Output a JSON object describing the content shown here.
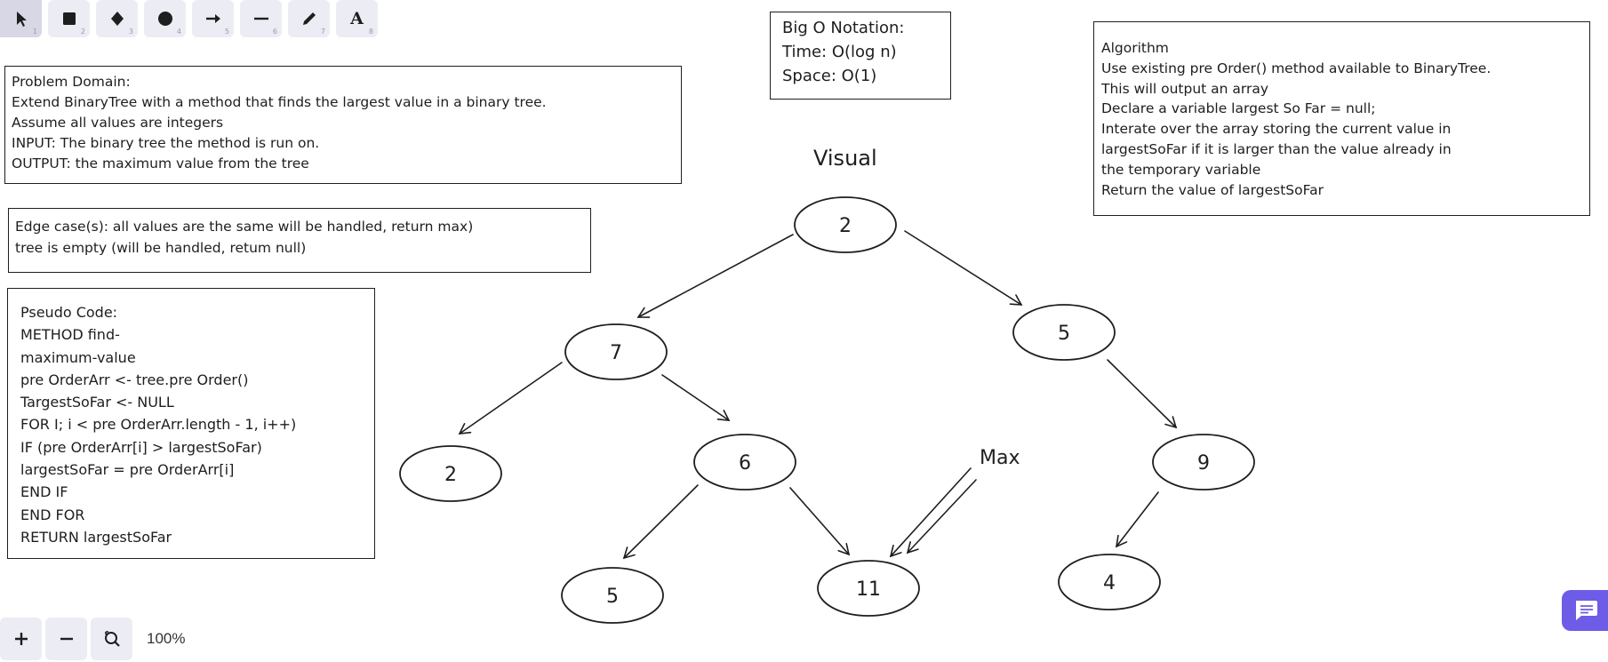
{
  "toolbar": {
    "tools": [
      {
        "name": "selection",
        "icon": "pointer-icon",
        "key": "1"
      },
      {
        "name": "rectangle",
        "icon": "square-icon",
        "key": "2"
      },
      {
        "name": "diamond",
        "icon": "diamond-icon",
        "key": "3"
      },
      {
        "name": "ellipse",
        "icon": "circle-icon",
        "key": "4"
      },
      {
        "name": "arrow",
        "icon": "arrow-icon",
        "key": "5"
      },
      {
        "name": "line",
        "icon": "line-icon",
        "key": "6"
      },
      {
        "name": "draw",
        "icon": "pencil-icon",
        "key": "7"
      },
      {
        "name": "text",
        "icon": "text-icon",
        "label": "A",
        "key": "8"
      }
    ]
  },
  "problem_domain": {
    "lines": [
      "Problem Domain:",
      "Extend BinaryTree with a method that finds the largest value in a binary tree.",
      "Assume all values are integers",
      "INPUT: The binary tree the method is run on.",
      "OUTPUT: the maximum value from the tree"
    ]
  },
  "edge_cases": {
    "lines": [
      "Edge case(s): all values are the same will be handled, return max)",
      "tree is empty (will be handled, retum null)"
    ]
  },
  "pseudo_code": {
    "lines": [
      "Pseudo Code:",
      "METHOD find-",
      "maximum-value",
      "pre OrderArr <- tree.pre Order()",
      "TargestSoFar <- NULL",
      "FOR I; i < pre OrderArr.length - 1, i++)",
      "IF (pre OrderArr[i] > largestSoFar)",
      "largestSoFar = pre OrderArr[i]",
      "END IF",
      "END FOR",
      "RETURN largestSoFar"
    ]
  },
  "big_o": {
    "lines": [
      "Big O Notation:",
      "Time: O(log n)",
      "Space: O(1)"
    ]
  },
  "algorithm": {
    "lines": [
      "Algorithm",
      "Use existing pre Order() method available to BinaryTree.",
      "This will output an array",
      "Declare a variable largest So Far = null;",
      "Interate over the array storing the current value in",
      "largestSoFar if it is larger than the value already in",
      "the temporary variable",
      "Return the value of largestSoFar"
    ]
  },
  "visual": {
    "title": "Visual",
    "max_label": "Max",
    "nodes": {
      "root": "2",
      "left": "7",
      "right": "5",
      "left_left": "2",
      "left_right": "6",
      "right_right": "9",
      "lr_left": "5",
      "lr_right": "11",
      "rr_left": "4"
    }
  },
  "zoom": {
    "level": "100%"
  },
  "colors": {
    "ink": "#1e1e1e",
    "toolbar_bg": "#ececf4",
    "toolbar_active": "#d7d7e6",
    "chat_button": "#6c5ce7"
  }
}
